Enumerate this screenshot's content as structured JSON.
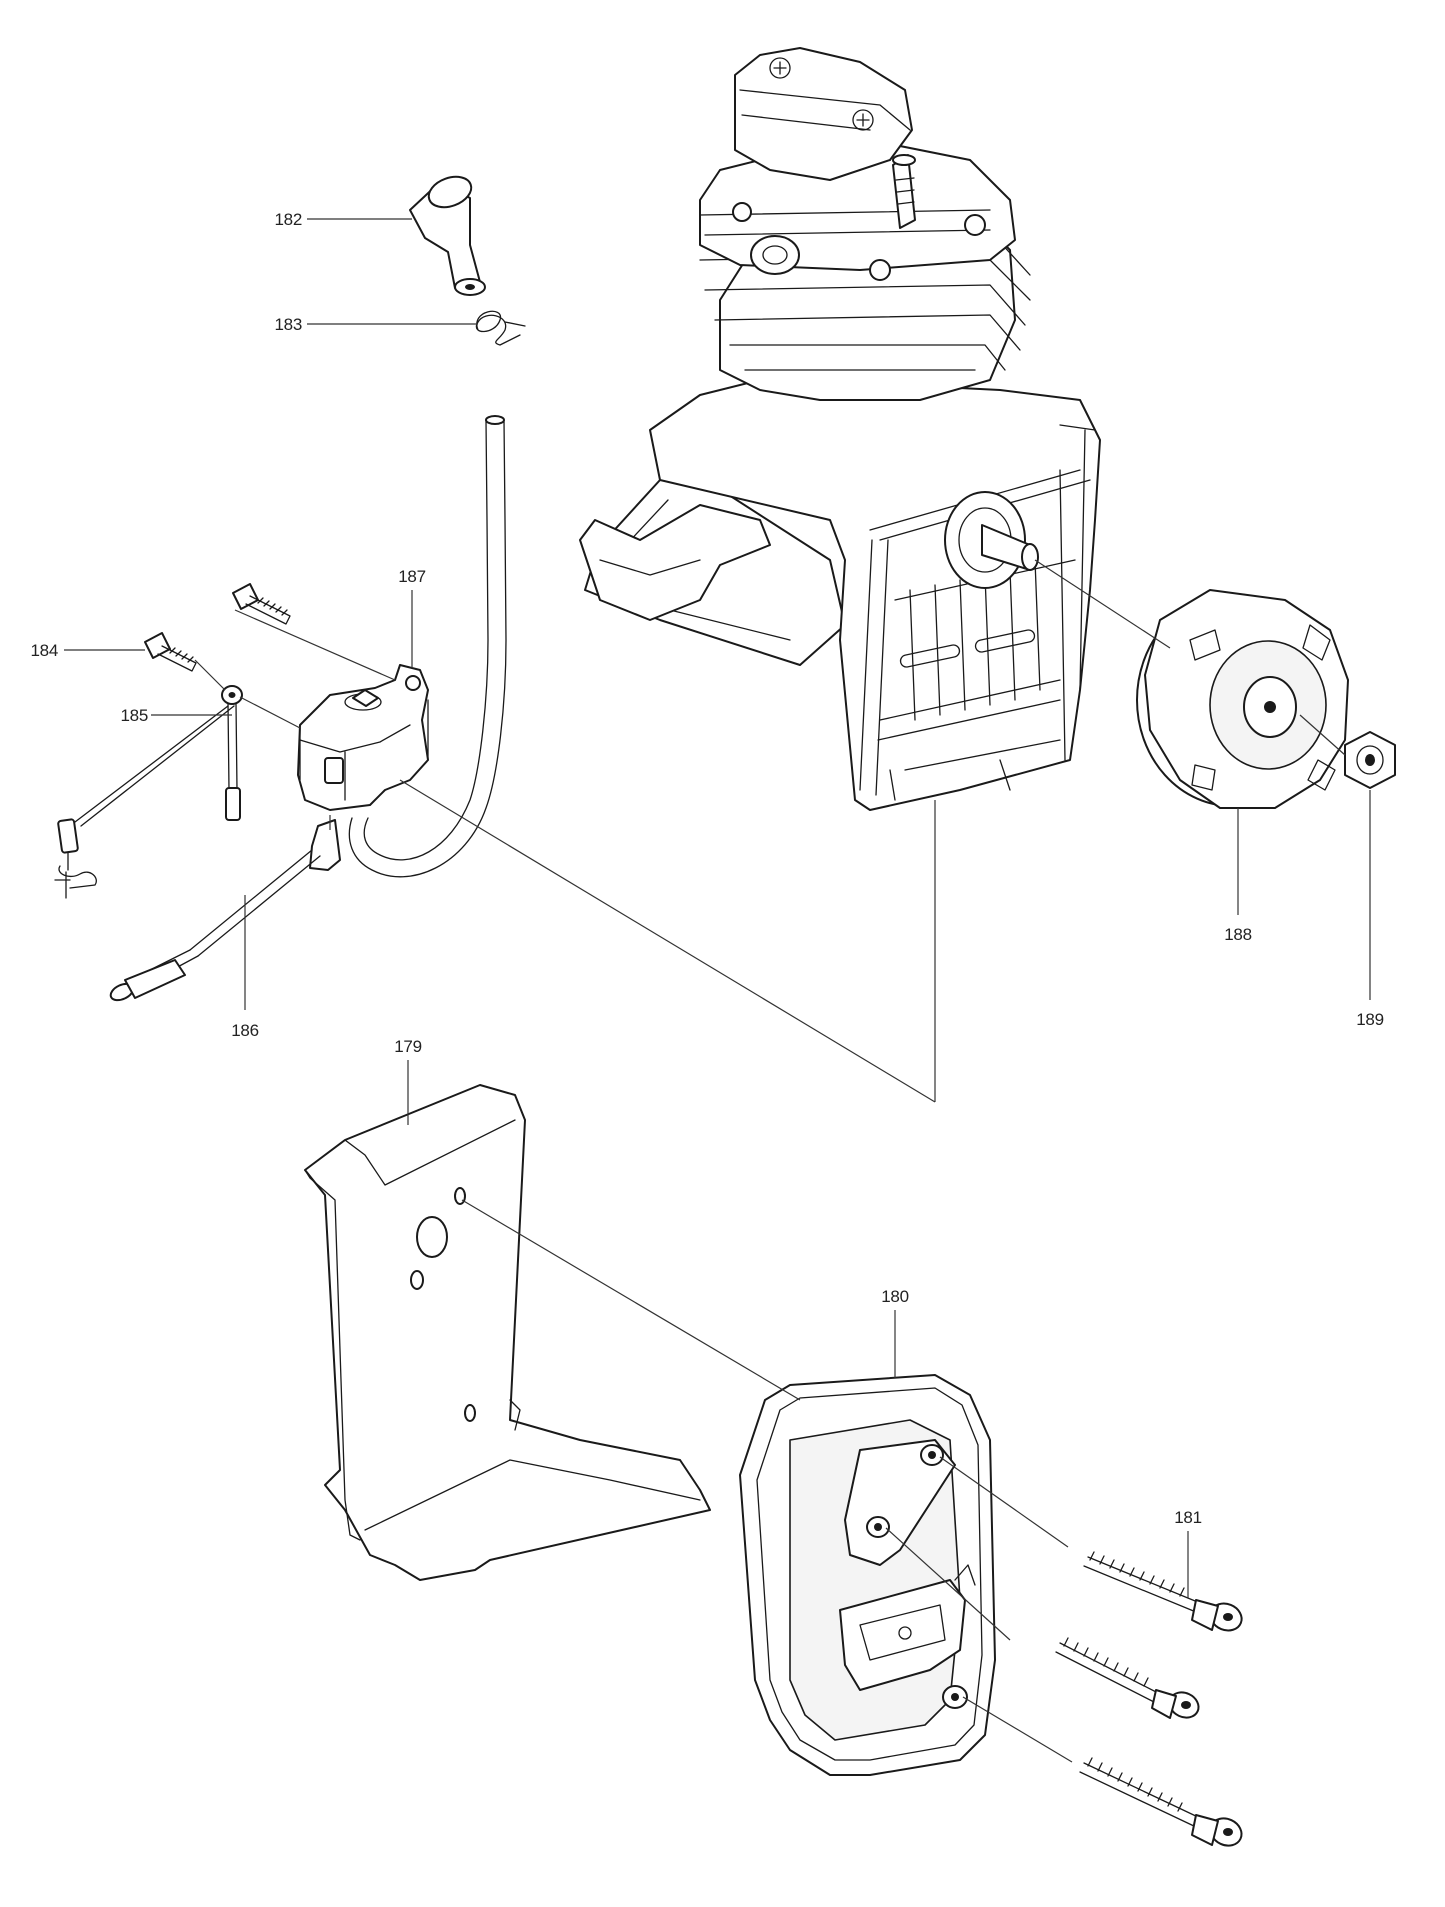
{
  "parts": [
    {
      "id": "label-179",
      "number": "179"
    },
    {
      "id": "label-180",
      "number": "180"
    },
    {
      "id": "label-181",
      "number": "181"
    },
    {
      "id": "label-182",
      "number": "182"
    },
    {
      "id": "label-183",
      "number": "183"
    },
    {
      "id": "label-184",
      "number": "184"
    },
    {
      "id": "label-185",
      "number": "185"
    },
    {
      "id": "label-186",
      "number": "186"
    },
    {
      "id": "label-187",
      "number": "187"
    },
    {
      "id": "label-188",
      "number": "188"
    },
    {
      "id": "label-189",
      "number": "189"
    }
  ]
}
